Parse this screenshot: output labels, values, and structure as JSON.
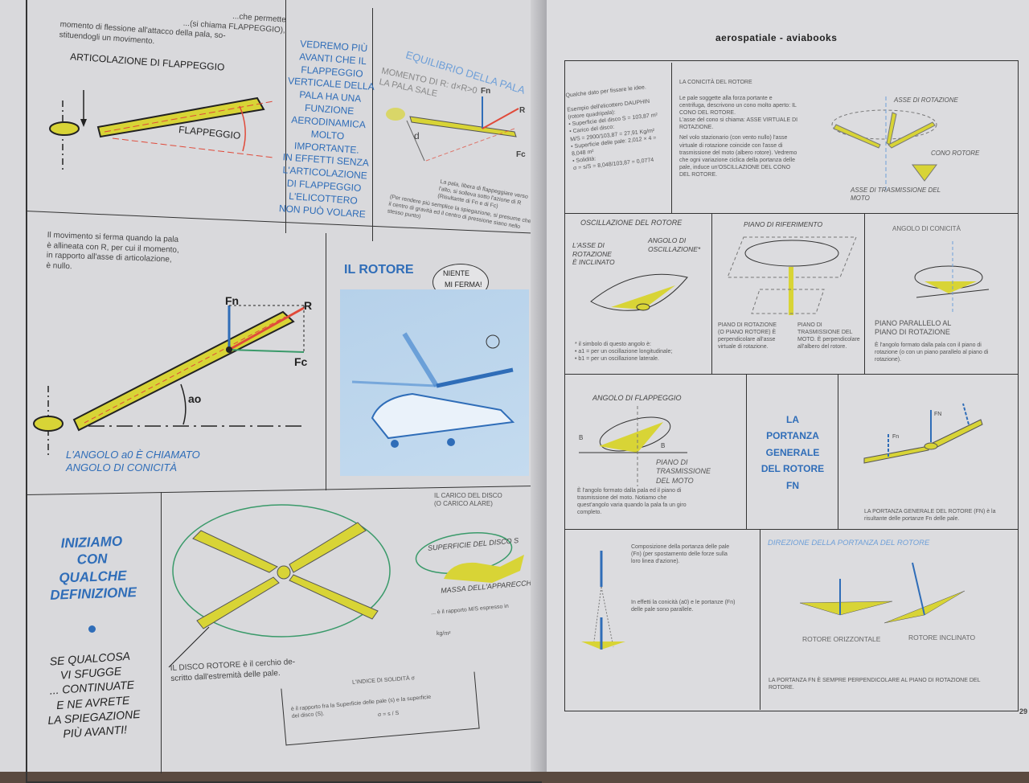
{
  "left_page": {
    "intro_text": [
      "...che permette",
      "...(si chiama FLAPPEGGIO),",
      "momento di flessione all'attacco della pala, so-",
      "stituendogli un movimento."
    ],
    "flap_diagram": {
      "hinge_label": "ARTICOLAZIONE DI FLAPPEGGIO",
      "angle_label": "FLAPPEGGIO"
    },
    "side_note": [
      "VEDREMO PIÙ",
      "AVANTI CHE IL",
      "FLAPPEGGIO",
      "VERTICALE DELLA",
      "PALA HA UNA",
      "FUNZIONE",
      "AERODINAMICA",
      "MOLTO",
      "IMPORTANTE.",
      "IN EFFETTI SENZA",
      "L'ARTICOLAZIONE",
      "DI FLAPPEGGIO",
      "L'ELICOTTERO",
      "NON PUÒ VOLARE"
    ],
    "equilibrium": {
      "title": "EQUILIBRIO DELLA PALA",
      "subtitle": [
        "MOMENTO DI R: d×R>0",
        "LA PALA SALE"
      ],
      "labels": {
        "fn": "Fn",
        "r": "R",
        "fc": "Fc",
        "d": "d"
      },
      "caption": "La pala, libera di flappeggiare verso l'alto, si solleva sotto l'azione di R (Risultante di Fn e di Fc)",
      "note": "(Per rendere più semplice la spiegazione, si presume che il centro di gravità ed il centro di pressione siano nello stesso punto)"
    },
    "movement_text": [
      "Il movimento si ferma quando la pala",
      "è allineata con R, per cui il momento,",
      "in rapporto all'asse di articolazione,",
      "è nullo."
    ],
    "coning_diagram": {
      "fn": "Fn",
      "r": "R",
      "fc": "Fc",
      "angle": "ao",
      "caption": [
        "L'ANGOLO a0 È CHIAMATO",
        "ANGOLO DI CONICITÀ"
      ]
    },
    "rotor_photo": {
      "title": "IL ROTORE",
      "speech": [
        "NIENTE",
        "MI FERMA!"
      ]
    },
    "definitions": {
      "title": [
        "INIZIAMO",
        "CON",
        "QUALCHE",
        "DEFINIZIONE"
      ],
      "note": [
        "SE QUALCOSA",
        "VI SFUGGE",
        "... CONTINUATE",
        "E NE AVRETE",
        "LA SPIEGAZIONE",
        "PIÙ AVANTI!"
      ]
    },
    "disc": {
      "caption": [
        "IL DISCO ROTORE è il cerchio de-",
        "scritto dall'estremità delle pale."
      ]
    },
    "disc_load": {
      "title": [
        "IL CARICO DEL DISCO",
        "(O CARICO ALARE)"
      ],
      "surface": "SUPERFICIE DEL DISCO S",
      "mass": "MASSA DELL'APPARECCHIO M",
      "ratio": "... è il rapporto M/S espresso in",
      "unit": "kg/m²"
    },
    "solidity": {
      "title": "L'INDICE DI SOLIDITÀ σ",
      "text": [
        "è il rapporto fra la Superficie delle pale (s) e la superficie",
        "del disco (S)."
      ],
      "formula": "σ = s / S"
    }
  },
  "right_page": {
    "header": "aerospatiale - aviabooks",
    "data_box": {
      "title": "Qualche dato per fissare le idee.",
      "lines": [
        "Esempio dell'elicottero DAUPHIN (rotore quadripala):",
        "• Superficie del disco S = 103,87 m²",
        "• Carico del disco:",
        "M/S = 2900/103,87 = 27,91 Kg/m²",
        "• Superficie delle pale: 2,012 × 4 = 8,048 m²",
        "• Solidità:",
        "σ = s/S = 8,048/103,87 = 0,0774"
      ]
    },
    "conicity": {
      "title": "LA CONICITÀ DEL ROTORE",
      "bullets": [
        "Le pale soggette alla forza portante e centrifuga, descrivono un cono molto aperto: IL CONO DEL ROTORE.",
        "L'asse del cono si chiama: ASSE VIRTUALE DI ROTAZIONE."
      ],
      "paragraph": "Nel volo stazionario (con vento nullo) l'asse virtuale di rotazione coincide con l'asse di trasmissione del moto (albero rotore). Vedremo che ogni variazione ciclica della portanza delle pale, induce un'OSCILLAZIONE DEL CONO DEL ROTORE.",
      "labels": {
        "axis": "ASSE DI ROTAZIONE",
        "cone": "CONO ROTORE",
        "shaft": "ASSE DI TRASMISSIONE DEL MOTO"
      }
    },
    "oscillation": {
      "title": "OSCILLAZIONE DEL ROTORE",
      "left_label": [
        "L'ASSE DI",
        "ROTAZIONE",
        "È INCLINATO"
      ],
      "right_label": [
        "ANGOLO DI",
        "OSCILLAZIONE*"
      ],
      "note": [
        "* il simbolo di questo angolo è:",
        "• a1 = per un oscillazione longitudinale;",
        "• b1 = per un oscillazione laterale."
      ]
    },
    "reference_plane": {
      "title": "PIANO DI RIFERIMENTO",
      "col1": "PIANO DI ROTAZIONE (O PIANO ROTORE) È perpendicolare all'asse virtuale di rotazione.",
      "col2": "PIANO DI TRASMISSIONE DEL MOTO. È perpendicolare all'albero del rotore."
    },
    "coning_angle": {
      "title": "ANGOLO DI CONICITÀ",
      "label": [
        "PIANO PARALLELO AL",
        "PIANO DI ROTAZIONE"
      ],
      "text": "È l'angolo formato dalla pala con il piano di rotazione (o con un piano parallelo al piano di rotazione)."
    },
    "flap_angle": {
      "title": "ANGOLO DI FLAPPEGGIO",
      "beta": "B",
      "label": [
        "PIANO DI",
        "TRASMISSIONE",
        "DEL MOTO"
      ],
      "text": "È l'angolo formato dalla pala ed il piano di trasmissione del moto. Notiamo che quest'angolo varia quando la pala fa un giro completo."
    },
    "lift_title": [
      "LA",
      "PORTANZA",
      "GENERALE",
      "DEL ROTORE",
      "FN"
    ],
    "lift_diagram": {
      "caption": "LA PORTANZA GENERALE DEL ROTORE (FN) è la risultante delle portanze Fn delle pale.",
      "fn": "Fn",
      "fN": "FN"
    },
    "composition": {
      "text1": "Composizione della portanza delle pale (Fn) (per spostamento delle forze sulla loro linea d'azione).",
      "text2": "In effetti la conicità (a0) e le portanze (Fn) delle pale sono parallele."
    },
    "direction": {
      "title": "DIREZIONE DELLA PORTANZA DEL ROTORE",
      "horizontal": "ROTORE ORIZZONTALE",
      "inclined": "ROTORE INCLINATO",
      "note": "LA PORTANZA FN È SEMPRE PERPENDICOLARE AL PIANO DI ROTAZIONE DEL ROTORE."
    },
    "page_number": "29"
  },
  "colors": {
    "yellow": "#d8d436",
    "blue": "#2f6db8",
    "red": "#e04a3a",
    "green": "#3a9a6a"
  }
}
